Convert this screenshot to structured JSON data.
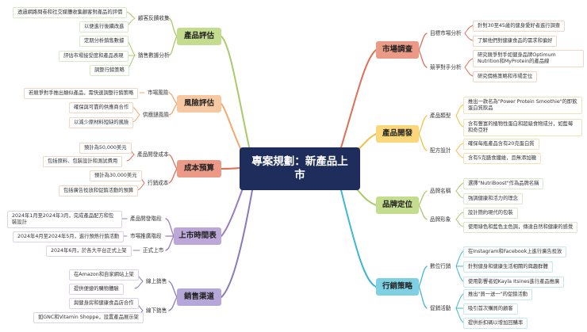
{
  "center": "專案規劃：新產品上市",
  "left": {
    "evaluation": {
      "title": "產品評估",
      "feedback": {
        "label": "顧客反饋收集",
        "items": [
          "透過網路問卷和社交媒體收集顧客對產品的評價",
          "以便進行後續改進"
        ]
      },
      "sales": {
        "label": "銷售數據分析",
        "items": [
          "定期分析銷售數據",
          "評估市場接受度和產品表現",
          "調整行銷策略"
        ]
      }
    },
    "risk": {
      "title": "風險評估",
      "market": {
        "label": "市場風險",
        "items": [
          "若競爭對手推出類似產品，需快速調整行銷策略"
        ]
      },
      "supply": {
        "label": "供應鏈風險",
        "items": [
          "確保與可靠的供應商合作",
          "以減少原材料短缺的風險"
        ]
      }
    },
    "budget": {
      "title": "成本預算",
      "dev": {
        "label": "產品開發成本",
        "items": [
          "預計為50,000美元",
          "包括原料、包裝設計和測試費用"
        ]
      },
      "mkt": {
        "label": "行銷成本",
        "items": [
          "預計為30,000美元",
          "包括廣告投放和促銷活動的預算"
        ]
      }
    },
    "timeline": {
      "title": "上市時間表",
      "dev": {
        "label": "產品開發階段",
        "items": [
          "2024年1月至2024年3月，完成產品配方和包裝設計"
        ]
      },
      "pre": {
        "label": "市場推廣階段",
        "items": [
          "2024年4月至2024年5月，進行預熱行銷活動"
        ]
      },
      "launch": {
        "label": "正式上市",
        "items": [
          "2024年6月，於各大平台正式上架"
        ]
      }
    },
    "channels": {
      "title": "銷售渠道",
      "online": {
        "label": "線上銷售",
        "items": [
          "在Amazon和自家網站上架",
          "提供便捷的購物體驗"
        ]
      },
      "offline": {
        "label": "線下銷售",
        "items": [
          "與健身房和健康食品店合作",
          "如GNC和Vitamin Shoppe，設置產品展示架"
        ]
      }
    }
  },
  "right": {
    "research": {
      "title": "市場調查",
      "target": {
        "label": "目標市場分析",
        "items": [
          "針對30至45歲的健身愛好者進行調查",
          "了解他們對健康食品的需求和偏好"
        ]
      },
      "competitor": {
        "label": "競爭對手分析",
        "items": [
          "研究競爭對手如健身品牌Optimum Nutrition和MyProtein的產品線",
          "研究價格策略和市場定位"
        ]
      }
    },
    "development": {
      "title": "產品開發",
      "type": {
        "label": "產品類型",
        "items": [
          "推出一款名為\"Power Protein Smoothie\"的即飲蛋白質飲品",
          "含有豐富的植物性蛋白和超級食物成分，如藍莓和奇亞籽"
        ]
      },
      "formula": {
        "label": "配方設計",
        "items": [
          "確保每瓶產品含有20克蛋白質",
          "含有5克膳食纖維，且無添加糖"
        ]
      }
    },
    "positioning": {
      "title": "品牌定位",
      "name": {
        "label": "品牌名稱",
        "items": [
          "選擇\"NutriBoost\"作為品牌名稱",
          "強調健康和活力的理念"
        ]
      },
      "image": {
        "label": "品牌形象",
        "items": [
          "設計簡約現代的包裝",
          "使用綠色和藍色主色調，傳達自然和健康的感覺"
        ]
      }
    },
    "marketing": {
      "title": "行銷策略",
      "digital": {
        "label": "數位行銷",
        "items": [
          "在Instagram和Facebook上進行廣告投放",
          "針對健身和健康生活相關的興趣群體",
          "使用影響者如Kayla Itsines進行產品推廣"
        ]
      },
      "promo": {
        "label": "促銷活動",
        "items": [
          "推出\"買一送一\"的促銷活動",
          "吸引首次購買的顧客",
          "提供折扣碼以增加回購率"
        ]
      }
    }
  },
  "colors": {
    "evaluation": "#a9c96a",
    "risk": "#f0a86e",
    "budget": "#e06e56",
    "timeline": "#9a7bbf",
    "channels": "#8a79b8",
    "research": "#e06e56",
    "development": "#f6bf40",
    "positioning": "#a9c96a",
    "marketing": "#3fb7d1"
  }
}
